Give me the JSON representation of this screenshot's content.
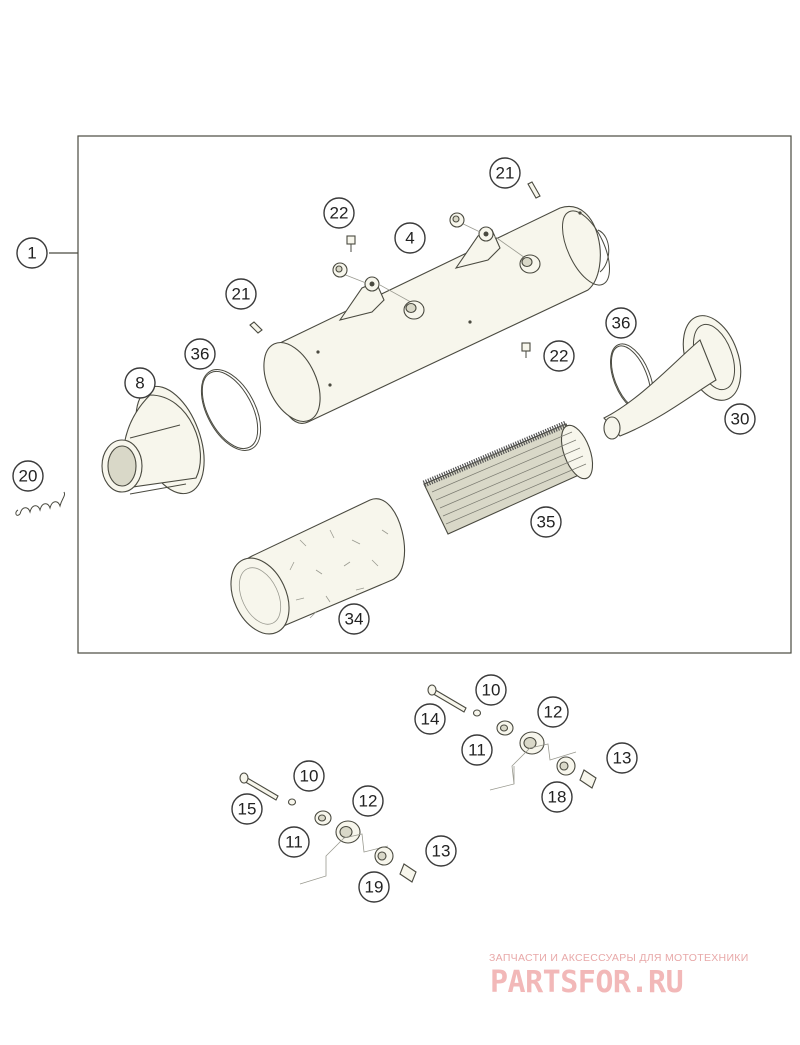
{
  "diagram": {
    "callouts": {
      "c1": "1",
      "c4": "4",
      "c8": "8",
      "c10a": "10",
      "c10b": "10",
      "c11a": "11",
      "c11b": "11",
      "c12a": "12",
      "c12b": "12",
      "c13a": "13",
      "c13b": "13",
      "c14": "14",
      "c15": "15",
      "c18": "18",
      "c19": "19",
      "c20": "20",
      "c21a": "21",
      "c21b": "21",
      "c22a": "22",
      "c22b": "22",
      "c30": "30",
      "c34": "34",
      "c35": "35",
      "c36a": "36",
      "c36b": "36"
    }
  },
  "watermark": {
    "tagline": "ЗАПЧАСТИ И АКСЕССУАРЫ ДЛЯ МОТОТЕХНИКИ",
    "brand": "PARTSFOR.RU"
  },
  "colors": {
    "line": "#4a4a40",
    "background": "#ffffff",
    "watermark": "#f2b8b8"
  }
}
